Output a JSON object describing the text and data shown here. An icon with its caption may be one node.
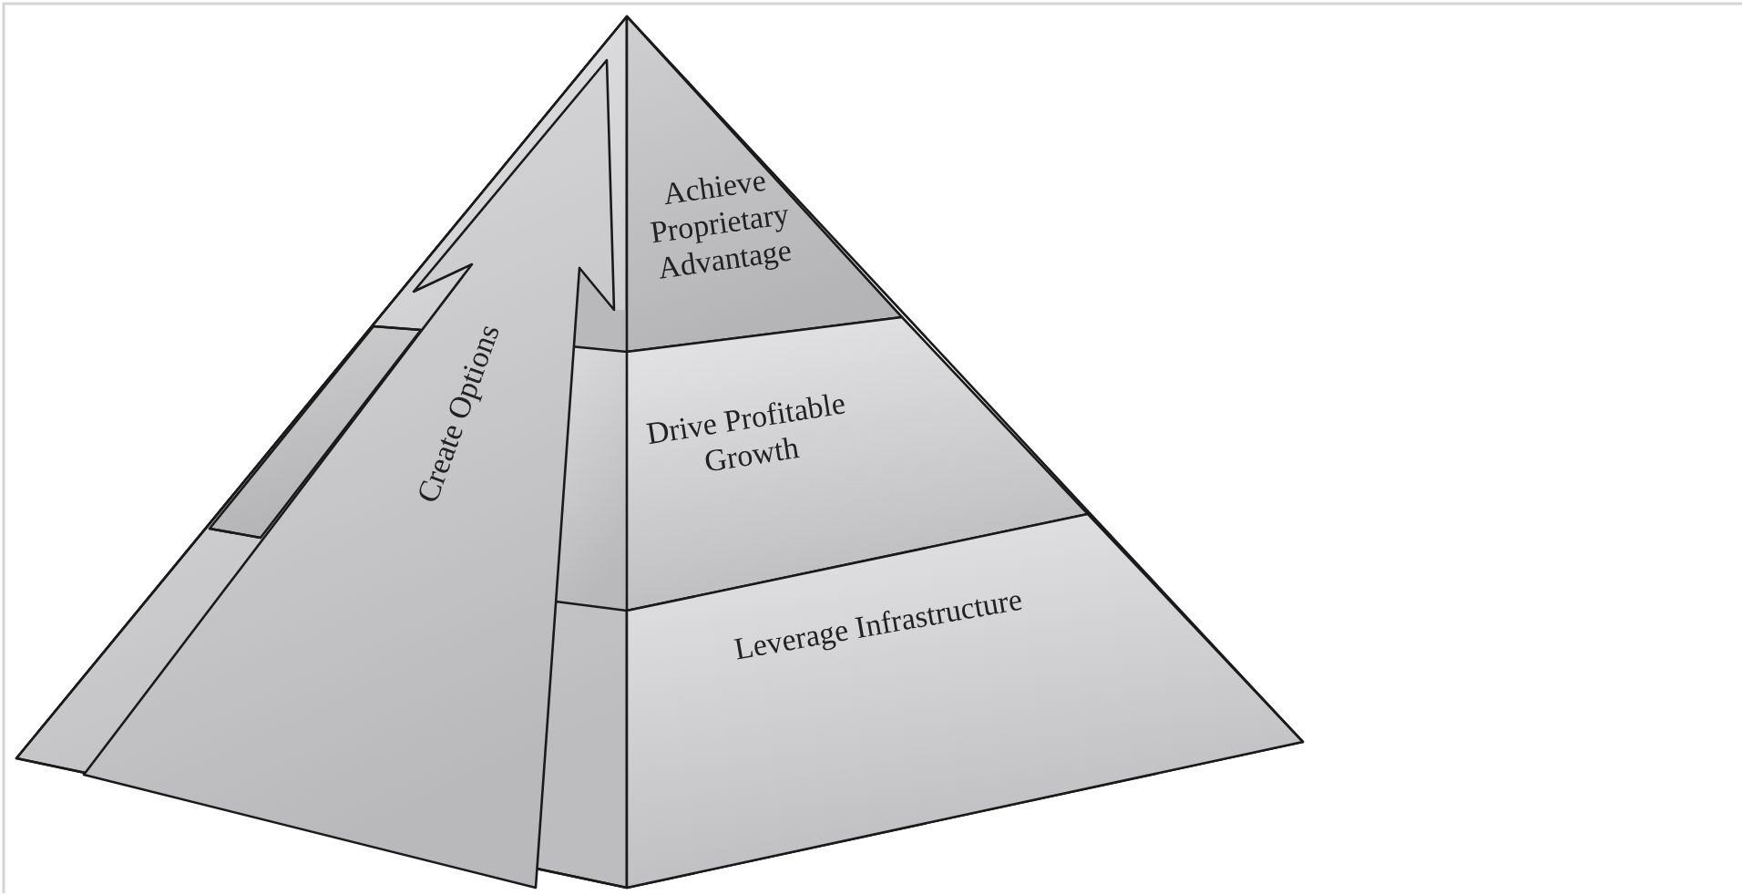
{
  "diagram": {
    "nodes": [
      {
        "text": [
          "Achieve Proprietary Advantage"
        ]
      },
      {
        "text": [
          "Drive Profitable Growth"
        ]
      },
      {
        "text": [
          "Leverage Infrastructure"
        ]
      },
      {
        "text": [
          "Create Options"
        ]
      }
    ],
    "edges": []
  }
}
